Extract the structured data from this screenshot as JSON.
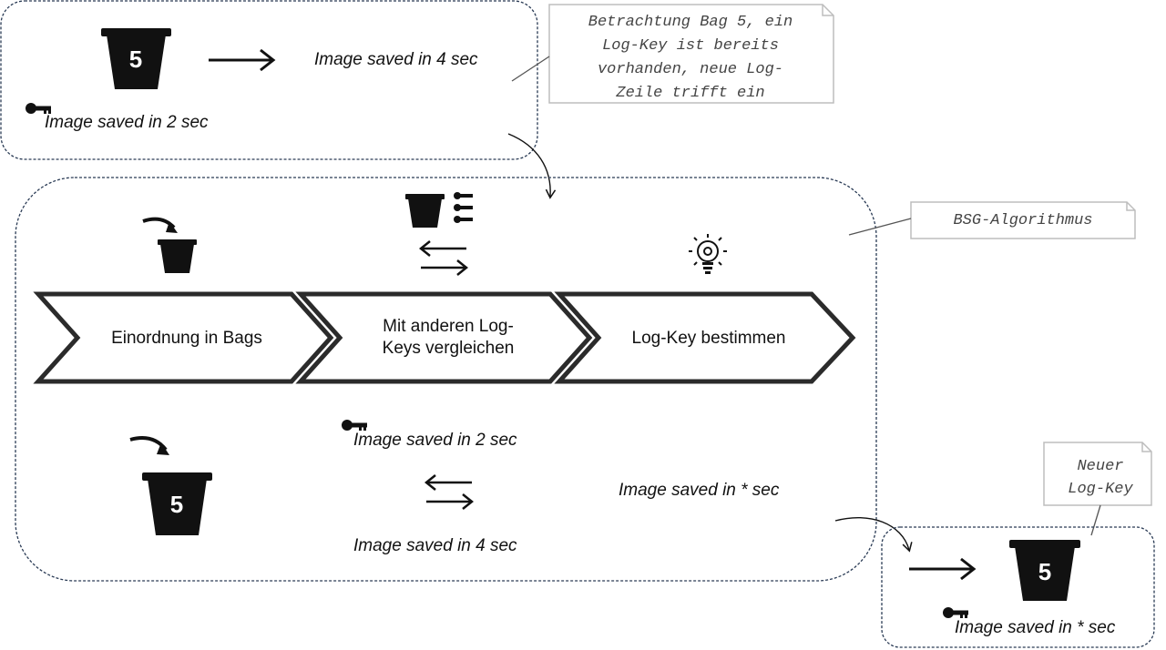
{
  "top_panel": {
    "bag_number": "5",
    "saved_right": "Image saved in 4 sec",
    "saved_left": "Image saved in 2 sec"
  },
  "note_top": {
    "lines": [
      "Betrachtung Bag 5, ein",
      "Log-Key ist bereits",
      "vorhanden, neue Log-",
      "Zeile trifft ein"
    ]
  },
  "note_bsg": {
    "text": "BSG-Algorithmus"
  },
  "process": {
    "steps": [
      {
        "lines": [
          "Einordnung in Bags"
        ]
      },
      {
        "lines": [
          "Mit anderen Log-",
          "Keys vergleichen"
        ]
      },
      {
        "lines": [
          "Log-Key bestimmen"
        ]
      }
    ]
  },
  "main_panel": {
    "bag_number": "5",
    "key_text": "Image saved in 2 sec",
    "bag_text": "Image saved in 4 sec",
    "result_text": "Image saved in * sec"
  },
  "note_new": {
    "lines": [
      "Neuer",
      "Log-Key"
    ]
  },
  "result_panel": {
    "bag_number": "5",
    "saved_text": "Image saved in * sec"
  }
}
